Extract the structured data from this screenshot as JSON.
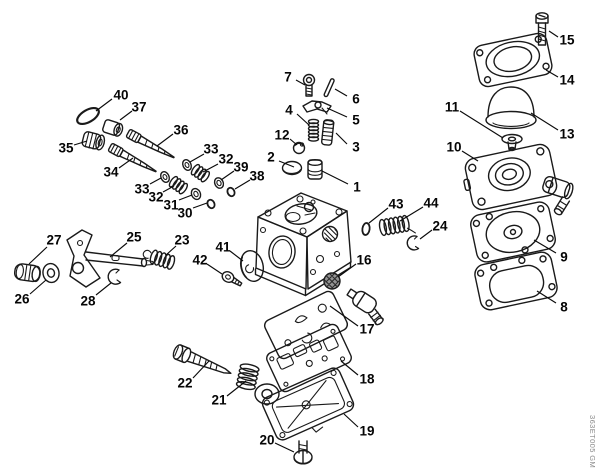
{
  "window": {
    "background": "#ffffff"
  },
  "watermark": {
    "text": "363ET005 GM",
    "color": "#8a8a8a"
  },
  "diagram": {
    "type": "exploded-parts-diagram",
    "subject": "carburetor assembly",
    "line_color": "#1a1a1a",
    "label_color": "#050505",
    "callouts": [
      {
        "n": "1",
        "label": [
          357,
          187
        ],
        "leader": [
          348,
          184,
          322,
          171
        ]
      },
      {
        "n": "2",
        "label": [
          271,
          157
        ],
        "leader": [
          279,
          161,
          294,
          167
        ]
      },
      {
        "n": "3",
        "label": [
          356,
          147
        ],
        "leader": [
          347,
          144,
          336,
          133
        ]
      },
      {
        "n": "4",
        "label": [
          289,
          110
        ],
        "leader": [
          297,
          114,
          309,
          125
        ]
      },
      {
        "n": "5",
        "label": [
          356,
          120
        ],
        "leader": [
          347,
          117,
          327,
          108
        ]
      },
      {
        "n": "6",
        "label": [
          356,
          99
        ],
        "leader": [
          347,
          96,
          335,
          89
        ]
      },
      {
        "n": "7",
        "label": [
          288,
          77
        ],
        "leader": [
          296,
          80,
          305,
          85
        ]
      },
      {
        "n": "8",
        "label": [
          564,
          307
        ],
        "leader": [
          556,
          303,
          537,
          291
        ]
      },
      {
        "n": "9",
        "label": [
          564,
          257
        ],
        "leader": [
          556,
          253,
          534,
          240
        ]
      },
      {
        "n": "10",
        "label": [
          454,
          147
        ],
        "leader": [
          462,
          151,
          478,
          161
        ]
      },
      {
        "n": "11",
        "label": [
          452,
          107
        ],
        "leader": [
          460,
          111,
          503,
          138
        ]
      },
      {
        "n": "12",
        "label": [
          282,
          135
        ],
        "leader": [
          290,
          139,
          297,
          145
        ]
      },
      {
        "n": "13",
        "label": [
          567,
          134
        ],
        "leader": [
          558,
          130,
          531,
          113
        ]
      },
      {
        "n": "14",
        "label": [
          567,
          80
        ],
        "leader": [
          558,
          77,
          546,
          70
        ]
      },
      {
        "n": "15",
        "label": [
          567,
          40
        ],
        "leader": [
          558,
          37,
          549,
          31
        ]
      },
      {
        "n": "16",
        "label": [
          364,
          260
        ],
        "leader": [
          356,
          264,
          338,
          277
        ]
      },
      {
        "n": "17",
        "label": [
          367,
          329
        ],
        "leader": [
          358,
          326,
          330,
          306
        ]
      },
      {
        "n": "18",
        "label": [
          367,
          379
        ],
        "leader": [
          358,
          375,
          341,
          361
        ]
      },
      {
        "n": "19",
        "label": [
          367,
          431
        ],
        "leader": [
          358,
          427,
          344,
          414
        ]
      },
      {
        "n": "20",
        "label": [
          267,
          440
        ],
        "leader": [
          275,
          443,
          294,
          452
        ]
      },
      {
        "n": "21",
        "label": [
          219,
          400
        ],
        "leader": [
          227,
          396,
          246,
          381
        ]
      },
      {
        "n": "22",
        "label": [
          185,
          383
        ],
        "leader": [
          193,
          378,
          209,
          361
        ]
      },
      {
        "n": "23",
        "label": [
          182,
          240
        ],
        "leader": [
          176,
          246,
          166,
          255
        ]
      },
      {
        "n": "24",
        "label": [
          440,
          226
        ],
        "leader": [
          432,
          230,
          420,
          239
        ]
      },
      {
        "n": "25",
        "label": [
          134,
          237
        ],
        "leader": [
          127,
          243,
          110,
          257
        ]
      },
      {
        "n": "26",
        "label": [
          22,
          299
        ],
        "leader": [
          30,
          294,
          46,
          280
        ]
      },
      {
        "n": "27",
        "label": [
          54,
          240
        ],
        "leader": [
          47,
          247,
          29,
          264
        ]
      },
      {
        "n": "28",
        "label": [
          88,
          301
        ],
        "leader": [
          96,
          295,
          111,
          283
        ]
      },
      {
        "n": "30",
        "label": [
          185,
          213
        ],
        "leader": [
          193,
          208,
          207,
          203
        ]
      },
      {
        "n": "31",
        "label": [
          171,
          205
        ],
        "leader": [
          179,
          200,
          192,
          195
        ]
      },
      {
        "n": "32",
        "label": [
          156,
          197
        ],
        "leader": [
          163,
          192,
          174,
          186
        ]
      },
      {
        "n": "32",
        "label": [
          226,
          159
        ],
        "leader": [
          218,
          164,
          203,
          172
        ]
      },
      {
        "n": "33",
        "label": [
          142,
          189
        ],
        "leader": [
          150,
          184,
          161,
          178
        ]
      },
      {
        "n": "33",
        "label": [
          211,
          149
        ],
        "leader": [
          204,
          154,
          190,
          162
        ]
      },
      {
        "n": "34",
        "label": [
          111,
          172
        ],
        "leader": [
          119,
          168,
          133,
          158
        ]
      },
      {
        "n": "35",
        "label": [
          66,
          148
        ],
        "leader": [
          74,
          145,
          87,
          141
        ]
      },
      {
        "n": "36",
        "label": [
          181,
          130
        ],
        "leader": [
          173,
          134,
          157,
          146
        ]
      },
      {
        "n": "37",
        "label": [
          139,
          107
        ],
        "leader": [
          132,
          111,
          120,
          120
        ]
      },
      {
        "n": "38",
        "label": [
          257,
          176
        ],
        "leader": [
          250,
          180,
          235,
          189
        ]
      },
      {
        "n": "39",
        "label": [
          241,
          167
        ],
        "leader": [
          234,
          171,
          221,
          180
        ]
      },
      {
        "n": "40",
        "label": [
          121,
          95
        ],
        "leader": [
          112,
          99,
          96,
          111
        ]
      },
      {
        "n": "41",
        "label": [
          223,
          247
        ],
        "leader": [
          230,
          251,
          243,
          261
        ]
      },
      {
        "n": "42",
        "label": [
          200,
          260
        ],
        "leader": [
          207,
          264,
          222,
          274
        ]
      },
      {
        "n": "43",
        "label": [
          396,
          204
        ],
        "leader": [
          388,
          208,
          369,
          223
        ]
      },
      {
        "n": "44",
        "label": [
          431,
          203
        ],
        "leader": [
          423,
          207,
          400,
          221
        ]
      }
    ]
  }
}
